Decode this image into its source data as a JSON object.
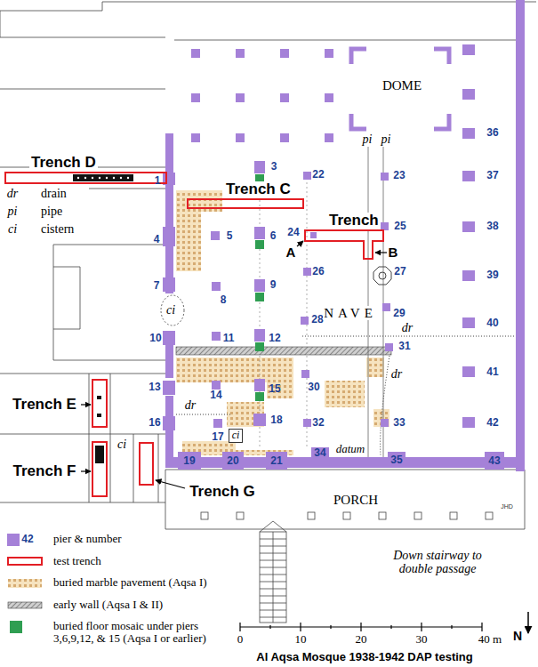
{
  "diagram": {
    "title": "Al Aqsa Mosque 1938-1942 DAP testing",
    "nodes": [
      {
        "text": [
          "Trench D"
        ]
      },
      {
        "text": [
          "Trench C"
        ]
      },
      {
        "text": [
          "Trench"
        ]
      },
      {
        "text": [
          "ci"
        ]
      }
    ],
    "labels": [
      "dr",
      "drain",
      "pi",
      "pipe",
      "ci",
      "cistern",
      "36",
      "1",
      "3",
      "22",
      "23",
      "37",
      "25",
      "38",
      "4",
      "5",
      "6",
      "24",
      "26",
      "27",
      "39",
      "7",
      "8",
      "9",
      "28",
      "29",
      "40",
      "10",
      "11",
      "12",
      "31",
      "41",
      "13",
      "14",
      "15",
      "30",
      "33",
      "42",
      "16",
      "17",
      "18",
      "32",
      "34",
      "19",
      "20",
      "21",
      "35",
      "43",
      "DOME",
      "pi",
      "pi",
      "A",
      "B",
      "NAVE",
      "ci",
      "dr",
      "dr",
      "dr",
      "Trench E",
      "ci",
      "datum",
      "Trench F",
      "Trench G",
      "PORCH",
      "JHD",
      "Down stairway to double passage",
      "42",
      "0",
      "10",
      "20",
      "30",
      "40 m",
      "N"
    ],
    "legend": [
      {
        "text": "pier & number",
        "color": "#a581d8"
      },
      {
        "text": "test trench"
      },
      {
        "text": "buried marble pavement (Aqsa I)"
      },
      {
        "text": "early wall (Aqsa I & II)"
      },
      {
        "text": "buried floor mosaic under piers 3,6,9,12, & 15 (Aqsa I or earlier)",
        "color": "#2f9e52"
      }
    ]
  }
}
